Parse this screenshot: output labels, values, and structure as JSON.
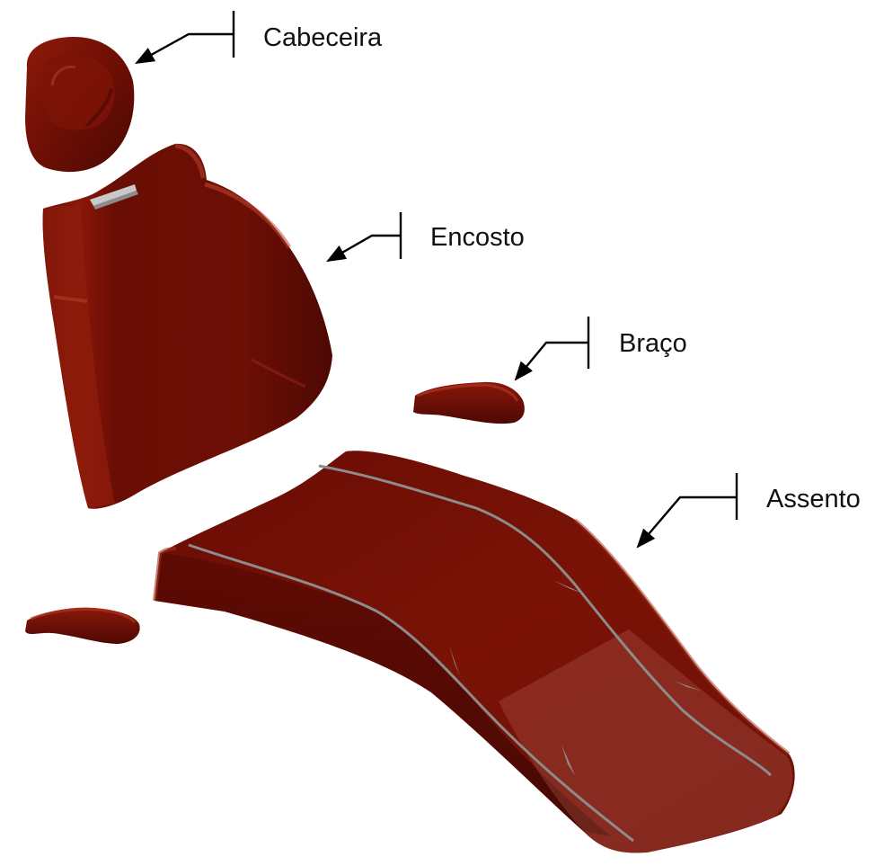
{
  "diagram": {
    "parts": [
      {
        "id": "headrest",
        "label": "Cabeceira"
      },
      {
        "id": "backrest",
        "label": "Encosto"
      },
      {
        "id": "armrest",
        "label": "Braço"
      },
      {
        "id": "seat",
        "label": "Assento"
      }
    ],
    "colors": {
      "upholstery": "#7a1306",
      "upholstery_dark": "#4a0802",
      "upholstery_light": "#a5301f",
      "seam": "#8c8c8c",
      "line": "#000000"
    }
  }
}
